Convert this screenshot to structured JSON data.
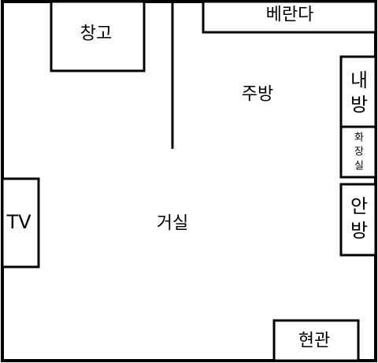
{
  "floor_plan": {
    "rooms": {
      "storage": "창고",
      "veranda": "베란다",
      "kitchen": "주방",
      "master_bedroom": [
        "내",
        "방"
      ],
      "bathroom": [
        "화",
        "장",
        "실"
      ],
      "inner_room": [
        "안",
        "방"
      ],
      "living_room": "거실",
      "tv": "TV",
      "entrance": "현관"
    },
    "colors": {
      "wall": "#000000",
      "background": "#ffffff"
    }
  }
}
